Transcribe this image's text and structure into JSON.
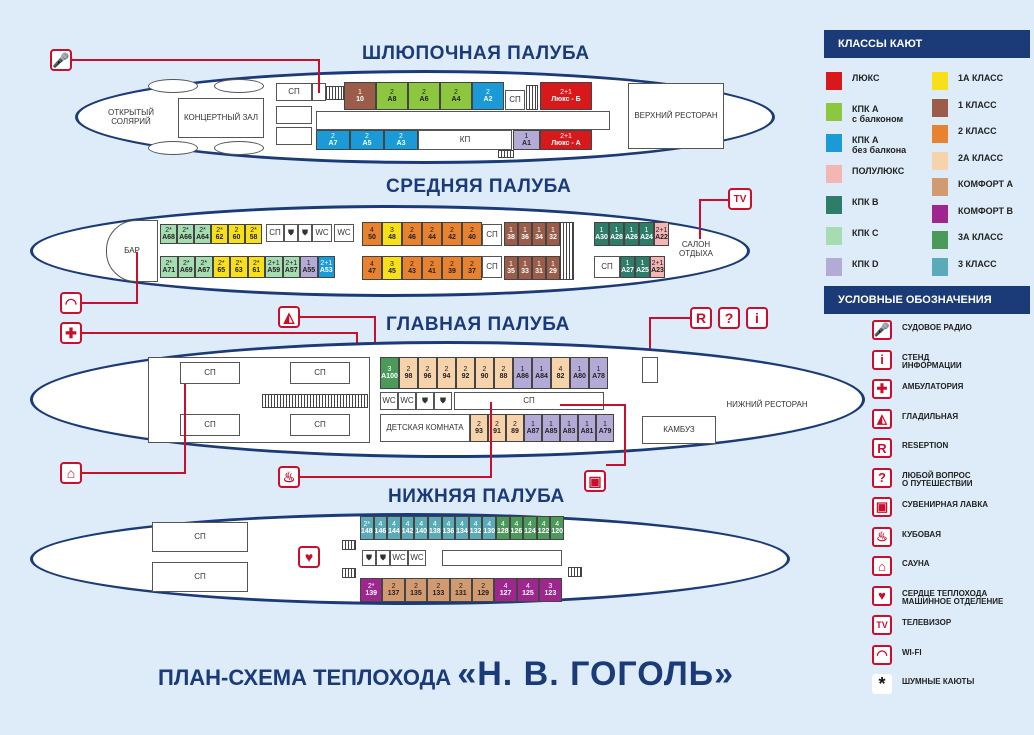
{
  "decks": {
    "boat": "ШЛЮПОЧНАЯ ПАЛУБА",
    "middle": "СРЕДНЯЯ ПАЛУБА",
    "main": "ГЛАВНАЯ ПАЛУБА",
    "lower": "НИЖНЯЯ ПАЛУБА"
  },
  "rooms": {
    "solarium": "ОТКРЫТЫЙ СОЛЯРИЙ",
    "concert": "КОНЦЕРТНЫЙ ЗАЛ",
    "upper_rest": "ВЕРХНИЙ РЕСТОРАН",
    "bar": "БАР",
    "salon": "САЛОН ОТДЫХА",
    "kids": "ДЕТСКАЯ КОМНАТА",
    "galley": "КАМБУЗ",
    "lower_rest": "НИЖНИЙ РЕСТОРАН",
    "sp": "СП",
    "kp": "КП",
    "wc": "WC"
  },
  "colors": {
    "lux": "#d7191c",
    "kpkA_balc": "#8dc63f",
    "kpkA_nobalc": "#1a9ad6",
    "semilux": "#f4b6b4",
    "kpkB": "#2e7d6b",
    "kpkC": "#a6dcb1",
    "kpkD": "#b4aad6",
    "c1A": "#f7e01a",
    "c1": "#9b5d49",
    "c2": "#e8822e",
    "c2A": "#f6d3aa",
    "comfA": "#d29a70",
    "comfB": "#a0268f",
    "c3A": "#4c9a5a",
    "c3": "#5aaab8"
  },
  "boat_cabins_top": [
    {
      "c": "c1",
      "cls": "1",
      "n": "10"
    },
    {
      "c": "kpkA_balc",
      "cls": "2",
      "n": "A8"
    },
    {
      "c": "kpkA_balc",
      "cls": "2",
      "n": "A6"
    },
    {
      "c": "kpkA_balc",
      "cls": "2",
      "n": "A4"
    },
    {
      "c": "kpkA_nobalc",
      "cls": "2",
      "n": "A2"
    }
  ],
  "boat_lux_top": {
    "cls": "2+1",
    "n": "Люкс - Б"
  },
  "boat_cabins_bot": [
    {
      "c": "kpkA_nobalc",
      "cls": "2",
      "n": "A7"
    },
    {
      "c": "kpkA_nobalc",
      "cls": "2",
      "n": "A5"
    },
    {
      "c": "kpkA_nobalc",
      "cls": "2",
      "n": "A3"
    }
  ],
  "boat_a1": {
    "cls": "1",
    "n": "A1"
  },
  "boat_lux_bot": {
    "cls": "2+1",
    "n": "Люкс - А"
  },
  "mid_left_top": [
    {
      "c": "kpkC",
      "cls": "2*",
      "n": "A68"
    },
    {
      "c": "kpkC",
      "cls": "2*",
      "n": "A66"
    },
    {
      "c": "kpkC",
      "cls": "2*",
      "n": "A64"
    },
    {
      "c": "c1A",
      "cls": "2*",
      "n": "62"
    },
    {
      "c": "c1A",
      "cls": "2",
      "n": "60"
    },
    {
      "c": "c1A",
      "cls": "2*",
      "n": "58"
    }
  ],
  "mid_left_bot": [
    {
      "c": "kpkC",
      "cls": "2*",
      "n": "A71"
    },
    {
      "c": "kpkC",
      "cls": "2*",
      "n": "A69"
    },
    {
      "c": "kpkC",
      "cls": "2*",
      "n": "A67"
    },
    {
      "c": "c1A",
      "cls": "2*",
      "n": "65"
    },
    {
      "c": "c1A",
      "cls": "2*",
      "n": "63"
    },
    {
      "c": "c1A",
      "cls": "2*",
      "n": "61"
    },
    {
      "c": "kpkC",
      "cls": "2+1",
      "n": "A59"
    },
    {
      "c": "kpkC",
      "cls": "2+1",
      "n": "A57"
    },
    {
      "c": "kpkD",
      "cls": "1",
      "n": "A55"
    },
    {
      "c": "kpkA_nobalc",
      "cls": "2+1",
      "n": "A53"
    }
  ],
  "mid_center_top": [
    {
      "c": "c2",
      "cls": "4",
      "n": "50"
    },
    {
      "c": "c1A",
      "cls": "3",
      "n": "48"
    },
    {
      "c": "c2",
      "cls": "2",
      "n": "46"
    },
    {
      "c": "c2",
      "cls": "2",
      "n": "44"
    },
    {
      "c": "c2",
      "cls": "2",
      "n": "42"
    },
    {
      "c": "c2",
      "cls": "2",
      "n": "40"
    }
  ],
  "mid_center_bot": [
    {
      "c": "c2",
      "cls": "4",
      "n": "47"
    },
    {
      "c": "c1A",
      "cls": "3",
      "n": "45"
    },
    {
      "c": "c2",
      "cls": "2",
      "n": "43"
    },
    {
      "c": "c2",
      "cls": "2",
      "n": "41"
    },
    {
      "c": "c2",
      "cls": "2",
      "n": "39"
    },
    {
      "c": "c2",
      "cls": "2",
      "n": "37"
    }
  ],
  "mid_right_top": [
    {
      "c": "c1",
      "cls": "1",
      "n": "38"
    },
    {
      "c": "c1",
      "cls": "1",
      "n": "36"
    },
    {
      "c": "c1",
      "cls": "1",
      "n": "34"
    },
    {
      "c": "c1",
      "cls": "1",
      "n": "32"
    }
  ],
  "mid_right_bot": [
    {
      "c": "c1",
      "cls": "1",
      "n": "35"
    },
    {
      "c": "c1",
      "cls": "1",
      "n": "33"
    },
    {
      "c": "c1",
      "cls": "1",
      "n": "31"
    },
    {
      "c": "c1",
      "cls": "1",
      "n": "29"
    }
  ],
  "mid_aft_top": [
    {
      "c": "kpkB",
      "cls": "1",
      "n": "A30"
    },
    {
      "c": "kpkB",
      "cls": "1",
      "n": "A28"
    },
    {
      "c": "kpkB",
      "cls": "1",
      "n": "A26"
    },
    {
      "c": "kpkB",
      "cls": "1",
      "n": "A24"
    },
    {
      "c": "semilux",
      "cls": "2+1",
      "n": "A22"
    }
  ],
  "mid_aft_bot": [
    {
      "c": "kpkB",
      "cls": "1",
      "n": "A27"
    },
    {
      "c": "kpkB",
      "cls": "1",
      "n": "A25"
    },
    {
      "c": "semilux",
      "cls": "2+1",
      "n": "A23"
    }
  ],
  "main_top": [
    {
      "c": "c3A",
      "cls": "3",
      "n": "A100"
    },
    {
      "c": "c2A",
      "cls": "2",
      "n": "98"
    },
    {
      "c": "c2A",
      "cls": "2",
      "n": "96"
    },
    {
      "c": "c2A",
      "cls": "2",
      "n": "94"
    },
    {
      "c": "c2A",
      "cls": "2",
      "n": "92"
    },
    {
      "c": "c2A",
      "cls": "2",
      "n": "90"
    },
    {
      "c": "c2A",
      "cls": "2",
      "n": "88"
    },
    {
      "c": "kpkD",
      "cls": "1",
      "n": "A86"
    },
    {
      "c": "kpkD",
      "cls": "1",
      "n": "A84"
    },
    {
      "c": "c2A",
      "cls": "4",
      "n": "82"
    },
    {
      "c": "kpkD",
      "cls": "1",
      "n": "A80"
    },
    {
      "c": "kpkD",
      "cls": "1",
      "n": "A78"
    }
  ],
  "main_bot": [
    {
      "c": "c2A",
      "cls": "2",
      "n": "93"
    },
    {
      "c": "c2A",
      "cls": "2",
      "n": "91"
    },
    {
      "c": "c2A",
      "cls": "2",
      "n": "89"
    },
    {
      "c": "kpkD",
      "cls": "1",
      "n": "A87"
    },
    {
      "c": "kpkD",
      "cls": "1",
      "n": "A85"
    },
    {
      "c": "kpkD",
      "cls": "1",
      "n": "A83"
    },
    {
      "c": "kpkD",
      "cls": "1",
      "n": "A81"
    },
    {
      "c": "kpkD",
      "cls": "1",
      "n": "A79"
    }
  ],
  "lower_top": [
    {
      "c": "c3",
      "cls": "2*",
      "n": "148"
    },
    {
      "c": "c3",
      "cls": "4",
      "n": "146"
    },
    {
      "c": "c3",
      "cls": "4",
      "n": "144"
    },
    {
      "c": "c3",
      "cls": "4",
      "n": "142"
    },
    {
      "c": "c3",
      "cls": "4",
      "n": "140"
    },
    {
      "c": "c3",
      "cls": "4",
      "n": "138"
    },
    {
      "c": "c3",
      "cls": "4",
      "n": "136"
    },
    {
      "c": "c3",
      "cls": "4",
      "n": "134"
    },
    {
      "c": "c3",
      "cls": "4",
      "n": "132"
    },
    {
      "c": "c3",
      "cls": "4",
      "n": "130"
    },
    {
      "c": "c3A",
      "cls": "4",
      "n": "128"
    },
    {
      "c": "c3A",
      "cls": "4",
      "n": "126"
    },
    {
      "c": "c3A",
      "cls": "4",
      "n": "124"
    },
    {
      "c": "c3A",
      "cls": "4",
      "n": "122"
    },
    {
      "c": "c3A",
      "cls": "4",
      "n": "120"
    }
  ],
  "lower_bot": [
    {
      "c": "comfB",
      "cls": "2*",
      "n": "139"
    },
    {
      "c": "comfA",
      "cls": "2",
      "n": "137"
    },
    {
      "c": "comfA",
      "cls": "2",
      "n": "135"
    },
    {
      "c": "comfA",
      "cls": "2",
      "n": "133"
    },
    {
      "c": "comfA",
      "cls": "2",
      "n": "131"
    },
    {
      "c": "comfA",
      "cls": "2",
      "n": "129"
    },
    {
      "c": "comfB",
      "cls": "4",
      "n": "127"
    },
    {
      "c": "comfB",
      "cls": "4",
      "n": "125"
    },
    {
      "c": "comfB",
      "cls": "3",
      "n": "123"
    }
  ],
  "legend": {
    "classes_title": "КЛАССЫ КАЮТ",
    "left": [
      {
        "c": "lux",
        "t": "ЛЮКС"
      },
      {
        "c": "kpkA_balc",
        "t": "КПК А\nс балконом"
      },
      {
        "c": "kpkA_nobalc",
        "t": "КПК А\nбез балкона"
      },
      {
        "c": "semilux",
        "t": "ПОЛУЛЮКС"
      },
      {
        "c": "kpkB",
        "t": "КПК В"
      },
      {
        "c": "kpkC",
        "t": "КПК С"
      },
      {
        "c": "kpkD",
        "t": "КПК D"
      }
    ],
    "right": [
      {
        "c": "c1A",
        "t": "1А КЛАСС"
      },
      {
        "c": "c1",
        "t": "1 КЛАСС"
      },
      {
        "c": "c2",
        "t": "2 КЛАСС"
      },
      {
        "c": "c2A",
        "t": "2А КЛАСС"
      },
      {
        "c": "comfA",
        "t": "КОМФОРТ А"
      },
      {
        "c": "comfB",
        "t": "КОМФОРТ В"
      },
      {
        "c": "c3A",
        "t": "3А КЛАСС"
      },
      {
        "c": "c3",
        "t": "3 КЛАСС"
      }
    ],
    "symbols_title": "УСЛОВНЫЕ ОБОЗНАЧЕНИЯ",
    "symbols": [
      {
        "icon": "radio-icon",
        "g": "🎤",
        "t": "СУДОВОЕ РАДИО"
      },
      {
        "icon": "info-icon",
        "g": "i",
        "t": "СТЕНД\nИНФОРМАЦИИ"
      },
      {
        "icon": "first-aid-icon",
        "g": "✚",
        "t": "АМБУЛАТОРИЯ"
      },
      {
        "icon": "iron-icon",
        "g": "◭",
        "t": "ГЛАДИЛЬНАЯ"
      },
      {
        "icon": "reception-icon",
        "g": "R",
        "t": "RESEPTION"
      },
      {
        "icon": "question-icon",
        "g": "?",
        "t": "ЛЮБОЙ ВОПРОС\nО ПУТЕШЕСТВИИ"
      },
      {
        "icon": "souvenir-icon",
        "g": "▣",
        "t": "СУВЕНИРНАЯ ЛАВКА"
      },
      {
        "icon": "boiler-icon",
        "g": "♨",
        "t": "КУБОВАЯ"
      },
      {
        "icon": "sauna-icon",
        "g": "⌂",
        "t": "САУНА"
      },
      {
        "icon": "heart-icon",
        "g": "♥",
        "t": "СЕРДЦЕ ТЕПЛОХОДА\nМАШИННОЕ ОТДЕЛЕНИЕ"
      },
      {
        "icon": "tv-icon",
        "g": "TV",
        "t": "ТЕЛЕВИЗОР"
      },
      {
        "icon": "wifi-icon",
        "g": "◠",
        "t": "WI-FI"
      },
      {
        "icon": "asterisk-icon",
        "g": "*",
        "t": "ШУМНЫЕ КАЮТЫ"
      }
    ]
  },
  "title_prefix": "ПЛАН-СХЕМА ТЕПЛОХОДА ",
  "title_name": "«Н. В. ГОГОЛЬ»"
}
